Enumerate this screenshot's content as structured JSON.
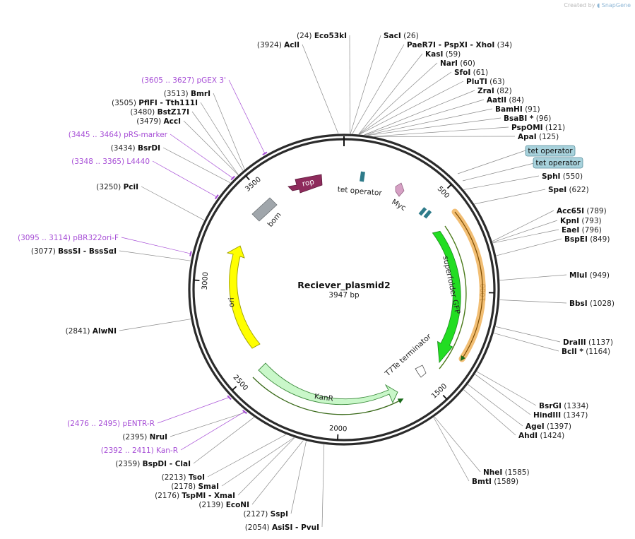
{
  "credit": {
    "created_by": "Created by",
    "brand": "SnapGene"
  },
  "plasmid": {
    "name": "Reciever_plasmid2",
    "length_label": "3947 bp",
    "length": 3947
  },
  "ruler_ticks": [
    {
      "pos": 500,
      "label": "500"
    },
    {
      "pos": 1000,
      "label": "1000"
    },
    {
      "pos": 1500,
      "label": "1500"
    },
    {
      "pos": 2000,
      "label": "2000"
    },
    {
      "pos": 2500,
      "label": "2500"
    },
    {
      "pos": 3000,
      "label": "3000"
    },
    {
      "pos": 3500,
      "label": "3500"
    }
  ],
  "features": [
    {
      "name": "tet operator",
      "start": 80,
      "end": 100,
      "color": "#2e7b8a",
      "type": "box"
    },
    {
      "name": "Myc",
      "start": 300,
      "end": 330,
      "color": "#c98bb0",
      "type": "arrow-small"
    },
    {
      "name": "rop",
      "start": 3700,
      "end": 3880,
      "color": "#8e2b5c",
      "type": "arrow"
    },
    {
      "name": "bom",
      "start": 3540,
      "end": 3660,
      "color": "#a0a6ab",
      "type": "box"
    },
    {
      "name": "superfolder GFP",
      "start": 710,
      "end": 1420,
      "color": "#22dd22",
      "type": "arrow"
    },
    {
      "name": "T7Te terminator",
      "start": 1620,
      "end": 1660,
      "color": "#ffffff",
      "type": "arrow-small"
    },
    {
      "name": "KanR",
      "start": 1880,
      "end": 2500,
      "color": "#c9f7c9",
      "type": "arrow-rev"
    },
    {
      "name": "ori",
      "start": 2760,
      "end": 3350,
      "color": "#ffff00",
      "type": "arrow-rev"
    }
  ],
  "highlight_boxes": [
    "tet operator",
    "tet operator"
  ],
  "sites": [
    {
      "id": "eco53ki",
      "num": "(24)",
      "name": "Eco53kI",
      "pos": 24,
      "side": "left"
    },
    {
      "id": "acli",
      "num": "(3924)",
      "name": "AclI",
      "pos": 3924,
      "side": "left"
    },
    {
      "id": "saci",
      "num": "(26)",
      "name": "SacI",
      "pos": 26,
      "side": "right"
    },
    {
      "id": "paer7i",
      "num": "(34)",
      "name": "PaeR7I - PspXI - XhoI",
      "pos": 34,
      "side": "right"
    },
    {
      "id": "kasi",
      "num": "(59)",
      "name": "KasI",
      "pos": 59,
      "side": "right"
    },
    {
      "id": "nari",
      "num": "(60)",
      "name": "NarI",
      "pos": 60,
      "side": "right"
    },
    {
      "id": "sfoi",
      "num": "(61)",
      "name": "SfoI",
      "pos": 61,
      "side": "right"
    },
    {
      "id": "pluti",
      "num": "(63)",
      "name": "PluTI",
      "pos": 63,
      "side": "right"
    },
    {
      "id": "zrai",
      "num": "(82)",
      "name": "ZraI",
      "pos": 82,
      "side": "right"
    },
    {
      "id": "aatii",
      "num": "(84)",
      "name": "AatII",
      "pos": 84,
      "side": "right"
    },
    {
      "id": "bamhi",
      "num": "(91)",
      "name": "BamHI",
      "pos": 91,
      "side": "right"
    },
    {
      "id": "bsabi",
      "num": "(96)",
      "name": "BsaBI *",
      "pos": 96,
      "side": "right"
    },
    {
      "id": "pspomi",
      "num": "(121)",
      "name": "PspOMI",
      "pos": 121,
      "side": "right"
    },
    {
      "id": "apai",
      "num": "(125)",
      "name": "ApaI",
      "pos": 125,
      "side": "right"
    },
    {
      "id": "sphi",
      "num": "(550)",
      "name": "SphI",
      "pos": 550,
      "side": "right"
    },
    {
      "id": "spei",
      "num": "(622)",
      "name": "SpeI",
      "pos": 622,
      "side": "right"
    },
    {
      "id": "acc65i",
      "num": "(789)",
      "name": "Acc65I",
      "pos": 789,
      "side": "right"
    },
    {
      "id": "kpni",
      "num": "(793)",
      "name": "KpnI",
      "pos": 793,
      "side": "right"
    },
    {
      "id": "eaei",
      "num": "(796)",
      "name": "EaeI",
      "pos": 796,
      "side": "right"
    },
    {
      "id": "bspei",
      "num": "(849)",
      "name": "BspEI",
      "pos": 849,
      "side": "right"
    },
    {
      "id": "mlui",
      "num": "(949)",
      "name": "MluI",
      "pos": 949,
      "side": "right"
    },
    {
      "id": "bbsi",
      "num": "(1028)",
      "name": "BbsI",
      "pos": 1028,
      "side": "right"
    },
    {
      "id": "draiii",
      "num": "(1137)",
      "name": "DraIII",
      "pos": 1137,
      "side": "right"
    },
    {
      "id": "bcli",
      "num": "(1164)",
      "name": "BclI *",
      "pos": 1164,
      "side": "right"
    },
    {
      "id": "bsrgi",
      "num": "(1334)",
      "name": "BsrGI",
      "pos": 1334,
      "side": "right"
    },
    {
      "id": "hindiii",
      "num": "(1347)",
      "name": "HindIII",
      "pos": 1347,
      "side": "right"
    },
    {
      "id": "agei",
      "num": "(1397)",
      "name": "AgeI",
      "pos": 1397,
      "side": "right"
    },
    {
      "id": "ahdi",
      "num": "(1424)",
      "name": "AhdI",
      "pos": 1424,
      "side": "right"
    },
    {
      "id": "nhei",
      "num": "(1585)",
      "name": "NheI",
      "pos": 1585,
      "side": "right"
    },
    {
      "id": "bmti",
      "num": "(1589)",
      "name": "BmtI",
      "pos": 1589,
      "side": "right"
    },
    {
      "id": "asisi",
      "num": "(2054)",
      "name": "AsiSI - PvuI",
      "pos": 2054,
      "side": "left"
    },
    {
      "id": "sspi",
      "num": "(2127)",
      "name": "SspI",
      "pos": 2127,
      "side": "left"
    },
    {
      "id": "econi",
      "num": "(2139)",
      "name": "EcoNI",
      "pos": 2139,
      "side": "left"
    },
    {
      "id": "tspmi",
      "num": "(2176)",
      "name": "TspMI - XmaI",
      "pos": 2176,
      "side": "left"
    },
    {
      "id": "smai",
      "num": "(2178)",
      "name": "SmaI",
      "pos": 2178,
      "side": "left"
    },
    {
      "id": "tsoi",
      "num": "(2213)",
      "name": "TsoI",
      "pos": 2213,
      "side": "left"
    },
    {
      "id": "bspdi",
      "num": "(2359)",
      "name": "BspDI - ClaI",
      "pos": 2359,
      "side": "left"
    },
    {
      "id": "nrui",
      "num": "(2395)",
      "name": "NruI",
      "pos": 2395,
      "side": "left"
    },
    {
      "id": "alwni",
      "num": "(2841)",
      "name": "AlwNI",
      "pos": 2841,
      "side": "left"
    },
    {
      "id": "bsssi",
      "num": "(3077)",
      "name": "BssSI - BssSαI",
      "pos": 3077,
      "side": "left"
    },
    {
      "id": "pcii",
      "num": "(3250)",
      "name": "PciI",
      "pos": 3250,
      "side": "left"
    },
    {
      "id": "bsrdi",
      "num": "(3434)",
      "name": "BsrDI",
      "pos": 3434,
      "side": "left"
    },
    {
      "id": "acci",
      "num": "(3479)",
      "name": "AccI",
      "pos": 3479,
      "side": "left"
    },
    {
      "id": "bstz17i",
      "num": "(3480)",
      "name": "BstZ17I",
      "pos": 3480,
      "side": "left"
    },
    {
      "id": "pflfi",
      "num": "(3505)",
      "name": "PflFI - Tth111I",
      "pos": 3505,
      "side": "left"
    },
    {
      "id": "bmri",
      "num": "(3513)",
      "name": "BmrI",
      "pos": 3513,
      "side": "left"
    }
  ],
  "primers": [
    {
      "id": "pgex3",
      "range": "(3605 .. 3627)",
      "name": "pGEX 3'",
      "pos": 3616
    },
    {
      "id": "prsmarker",
      "range": "(3445 .. 3464)",
      "name": "pRS-marker",
      "pos": 3455
    },
    {
      "id": "l4440",
      "range": "(3348 .. 3365)",
      "name": "L4440",
      "pos": 3356
    },
    {
      "id": "pbr322ori",
      "range": "(3095 .. 3114)",
      "name": "pBR322ori-F",
      "pos": 3105
    },
    {
      "id": "pentrr",
      "range": "(2476 .. 2495)",
      "name": "pENTR-R",
      "pos": 2486
    },
    {
      "id": "kanr",
      "range": "(2392 .. 2411)",
      "name": "Kan-R",
      "pos": 2402
    }
  ]
}
